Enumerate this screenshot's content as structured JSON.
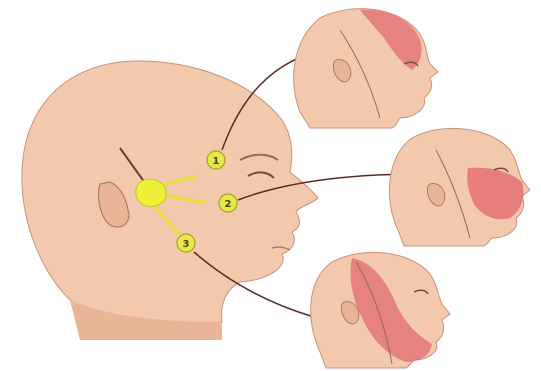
{
  "diagram": {
    "subject": "trigeminal-nerve-branches",
    "colors": {
      "skin": "#f2c9ad",
      "skin_shadow": "#d99f82",
      "outline": "#9a6a55",
      "ganglion": "#eef03a",
      "marker_fill": "#e4e84a",
      "marker_stroke": "#a3a31c",
      "affected_area": "#e26b72",
      "arrow": "#5a2b22"
    },
    "markers": [
      {
        "label": "1",
        "target": "ophthalmic-region"
      },
      {
        "label": "2",
        "target": "maxillary-region"
      },
      {
        "label": "3",
        "target": "mandibular-region"
      }
    ]
  }
}
